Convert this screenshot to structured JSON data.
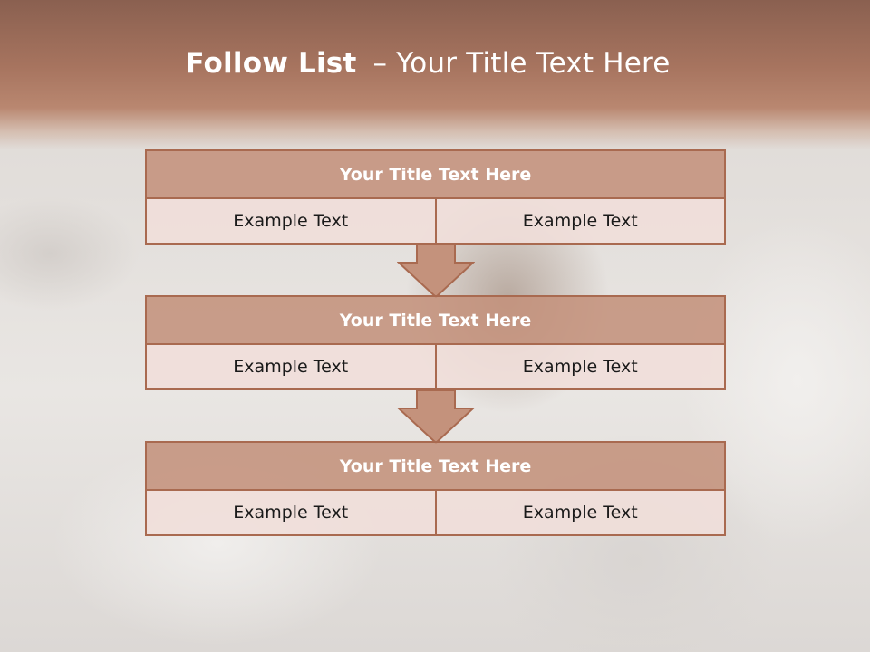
{
  "header": {
    "title_bold": "Follow List",
    "title_sep": "–",
    "title_rest": "Your Title Text Here"
  },
  "blocks": [
    {
      "title": "Your Title Text Here",
      "left": "Example Text",
      "right": "Example Text"
    },
    {
      "title": "Your Title Text Here",
      "left": "Example Text",
      "right": "Example Text"
    },
    {
      "title": "Your Title Text Here",
      "left": "Example Text",
      "right": "Example Text"
    }
  ],
  "colors": {
    "accent": "#c4927c",
    "border": "#a96a50",
    "cell_fill": "#f0deda",
    "header_band": "#a7745f"
  },
  "icons": [
    "down-arrow-icon"
  ]
}
